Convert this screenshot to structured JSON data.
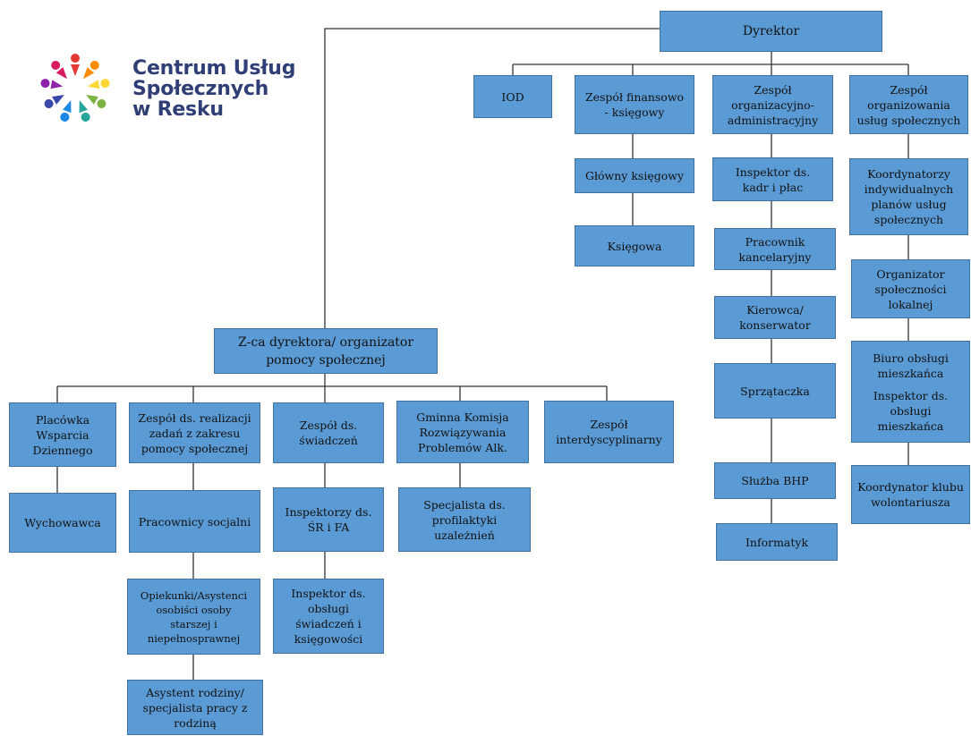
{
  "logo": {
    "lines": [
      "Centrum Usług",
      "Społecznych",
      "w Resku"
    ]
  },
  "org": {
    "director": "Dyrektor",
    "iod": "IOD",
    "fin_team": "Zespół finansowo\n- księgowy",
    "chief_accountant": "Główny księgowy",
    "accountant": "Księgowa",
    "admin_team": "Zespół\norganizacyjno-\nadministracyjny",
    "hr_inspector": "Inspektor ds.\nkadr i płac",
    "office_worker": "Pracownik\nkancelaryjny",
    "driver": "Kierowca/\nkonserwator",
    "cleaner": "Sprzątaczka",
    "bhp": "Służba BHP",
    "it": "Informatyk",
    "services_team": "Zespół\norganizowania\nusług społecznych",
    "coordinators": "Koordynatorzy\nindywidualnych\nplanów usług\nspołecznych",
    "community_org": "Organizator\nspołeczności\nlokalnej",
    "resident_office": "Biuro obsługi\nmieszkańca",
    "resident_inspector": "Inspektor ds.\nobsługi\nmieszkańca",
    "volunteer_coord": "Koordynator klubu\nwolontariusza",
    "deputy": "Z-ca dyrektora/ organizator\npomocy społecznej",
    "day_center": "Placówka\nWsparcia\nDziennego",
    "educator": "Wychowawca",
    "social_team": "Zespół ds. realizacji\nzadań z zakresu\npomocy społecznej",
    "social_workers": "Pracownicy socjalni",
    "carers": "Opiekunki/Asystenci\nosobiści osoby\nstarszej i\nniepełnosprawnej",
    "family_assistant": "Asystent rodziny/\nspecjalista pracy z\nrodziną",
    "benefits_team": "Zespół ds.\nświadczeń",
    "sr_fa_inspectors": "Inspektorzy ds.\nŚR i FA",
    "benefits_inspector": "Inspektor ds.\nobsługi\nświadczeń i\nksięgowości",
    "alcohol_commission": "Gminna Komisja\nRozwiązywania\nProblemów Alk.",
    "addiction_specialist": "Specjalista ds.\nprofilaktyki\nuzależnień",
    "interdisciplinary": "Zespół\ninterdyscyplinarny"
  },
  "colors": {
    "box_fill": "#5b9bd5",
    "box_border": "#41719c",
    "line": "#333333",
    "logo_text": "#2f3f76"
  }
}
